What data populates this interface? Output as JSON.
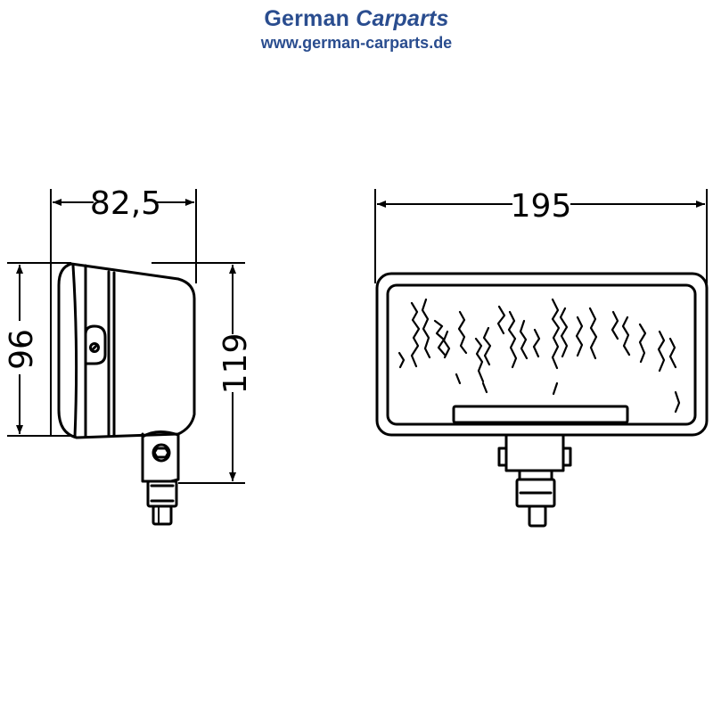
{
  "header": {
    "brand_word1": "German",
    "brand_word2": "Carparts",
    "url": "www.german-carparts.de"
  },
  "dimensions": {
    "side_width": "82,5",
    "front_width": "195",
    "side_inner_height": "96",
    "side_total_height": "119"
  },
  "colors": {
    "brand": "#2a4d8f",
    "line": "#000000"
  }
}
